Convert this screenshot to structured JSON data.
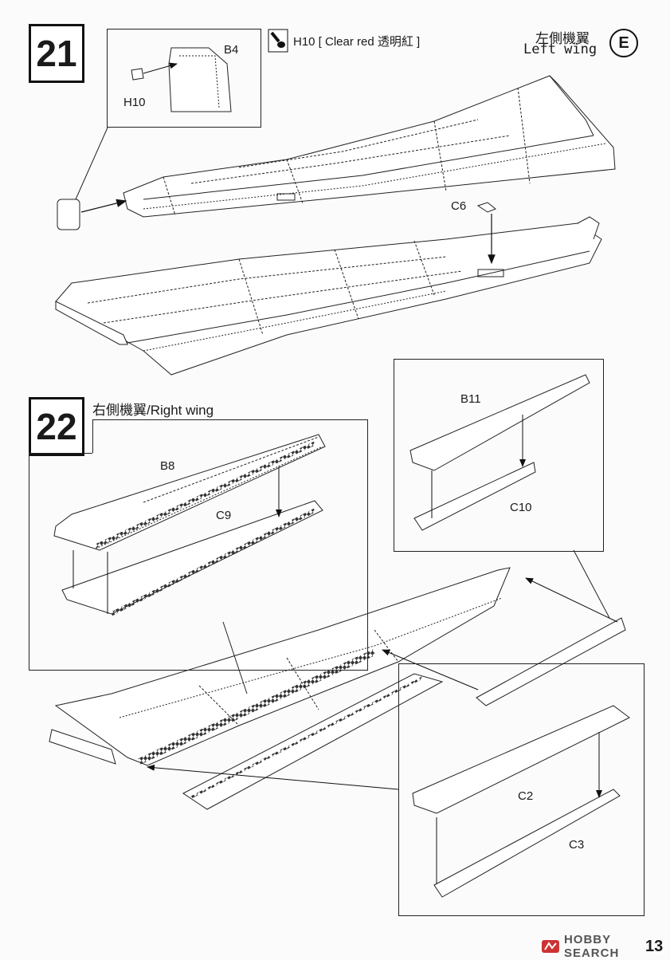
{
  "page_number": "13",
  "watermark": "HOBBY SEARCH",
  "step21": {
    "number": "21",
    "paint_note": "H10 [ Clear red  透明紅 ]",
    "title_zh": "左側機翼",
    "title_en": "Left wing",
    "section_badge": "E",
    "inset_parts": {
      "b4": "B4",
      "h10": "H10"
    },
    "parts": {
      "c6": "C6"
    }
  },
  "step22": {
    "number": "22",
    "title": "右側機翼/Right wing",
    "inset_left_parts": {
      "b8": "B8",
      "c9": "C9"
    },
    "inset_right_parts": {
      "b11": "B11",
      "c10": "C10"
    },
    "inset_bottom_parts": {
      "c2": "C2",
      "c3": "C3"
    }
  }
}
